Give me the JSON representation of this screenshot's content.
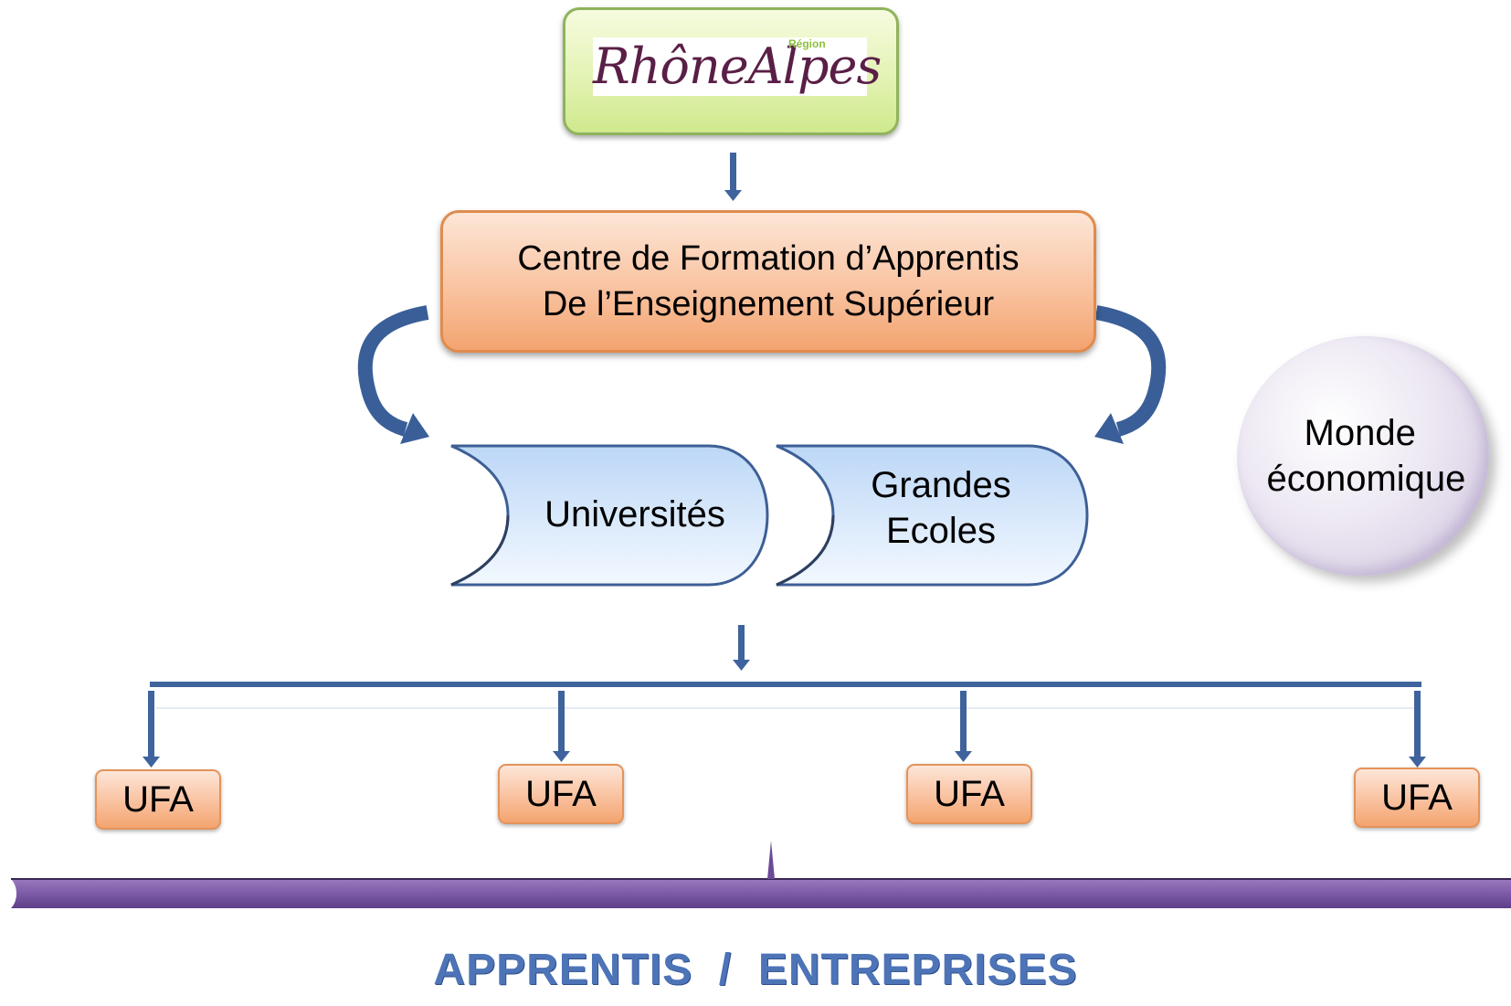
{
  "logo": {
    "main": "RhôneAlpes",
    "region": "Région"
  },
  "cfa": {
    "line1": "Centre de Formation d’Apprentis",
    "line2": "De l’Enseignement Supérieur"
  },
  "universites": "Universités",
  "grandes_ecoles": {
    "line1": "Grandes",
    "line2": "Ecoles"
  },
  "monde": {
    "line1": "Monde",
    "line2": "économique"
  },
  "ufa": [
    "UFA",
    "UFA",
    "UFA",
    "UFA"
  ],
  "footer": "APPRENTIS  /  ENTREPRISES",
  "colors": {
    "arrow": "#3f639c",
    "bar": "#7d5aa6",
    "footer": "#4e74b8",
    "ufa": "#f7b184",
    "cfa": "#f6b48b",
    "logo": "#d8efa2"
  }
}
